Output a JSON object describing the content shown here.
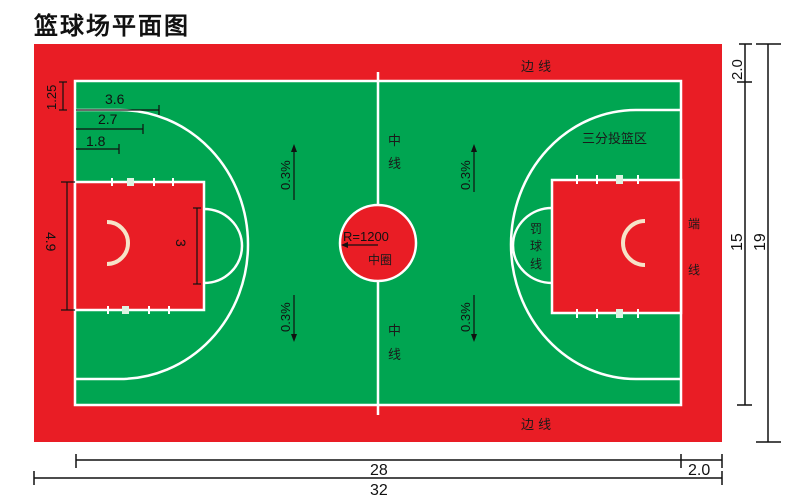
{
  "title": "篮球场平面图",
  "colors": {
    "outer_area": "#E91D25",
    "court_floor": "#00A551",
    "key_area": "#E91D25",
    "center_circle": "#E91D25",
    "lines": "#FFFFFF",
    "dimension_lines": "#111111"
  },
  "labels": {
    "sideline_top": "边 线",
    "sideline_bottom": "边 线",
    "centerline_top_1": "中",
    "centerline_top_2": "线",
    "centerline_bottom_1": "中",
    "centerline_bottom_2": "线",
    "three_point_zone": "三分投篮区",
    "free_throw_line_1": "罚",
    "free_throw_line_2": "球",
    "free_throw_line_3": "线",
    "endline_1": "端",
    "endline_2": "线",
    "center_circle_radius": "R=1200",
    "center_circle": "中圈"
  },
  "slopes": {
    "top_left": "0.3%",
    "bottom_left": "0.3%",
    "top_right": "0.3%",
    "bottom_right": "0.3%"
  },
  "dimensions": {
    "three_point_offset": "1.25",
    "three_point_radius": "3.6",
    "d2_7": "2.7",
    "d1_8": "1.8",
    "key_width": "4.9",
    "free_throw_circle": "3",
    "court_width": "15",
    "total_width": "19",
    "buffer_side": "2.0",
    "court_length": "28",
    "buffer_end": "2.0",
    "total_length": "32"
  }
}
